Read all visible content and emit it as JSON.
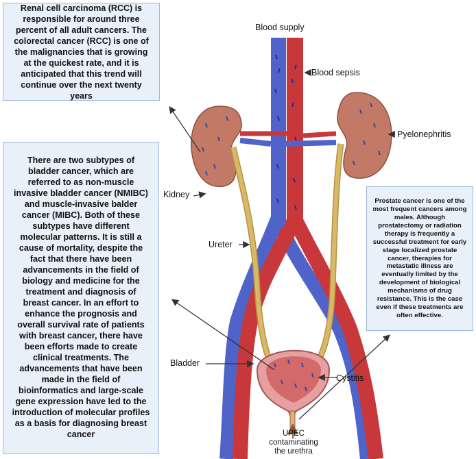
{
  "boxes": {
    "rcc": "Renal cell carcinoma (RCC) is responsible for around three percent of all adult cancers. The colorectal cancer (RCC) is one of the malignancies that is growing at the quickest rate, and it is anticipated that this trend will continue over the next twenty years",
    "bladder": "There are two subtypes of bladder cancer, which are referred to as non-muscle invasive bladder cancer (NMIBC) and muscle-invasive balder cancer (MIBC). Both of these subtypes have different molecular patterns. It is still a cause of mortality, despite the fact that there have been advancements in the field of biology and medicine for the treatment and diagnosis of breast cancer. In an effort to enhance the prognosis and overall survival rate of patients with breast cancer, there have been efforts made to create clinical treatments. The advancements that have been made in the field of bioinformatics and large-scale gene expression have led to the introduction of molecular profiles as a basis for diagnosing breast cancer",
    "prostate": "Prostate cancer is one of the most frequent cancers among males. Although prostatectomy or radiation therapy is frequently a successful treatment for early stage localized prostate cancer, therapies for metastatic illness are eventually limited by the development of biological mechanisms of drug resistance. This is the case even if these treatments are often effective."
  },
  "labels": {
    "blood_supply": "Blood supply",
    "blood_sepsis": "Blood sepsis",
    "pyelonephritis": "Pyelonephritis",
    "kidney": "Kidney",
    "ureter": "Ureter",
    "bladder": "Bladder",
    "cystitis": "Cystitis",
    "upec_line1": "UPEC",
    "upec_line2": "contaminating",
    "upec_line3": "the urethra"
  },
  "colors": {
    "box_fill": "#e8f0f9",
    "box_border": "#9db6d6",
    "artery": "#c8383a",
    "vein": "#4f63c8",
    "kidney": "#c27a66",
    "ureter": "#d9b86a",
    "bladder": "#e6a0a0",
    "arrow": "#333333"
  }
}
